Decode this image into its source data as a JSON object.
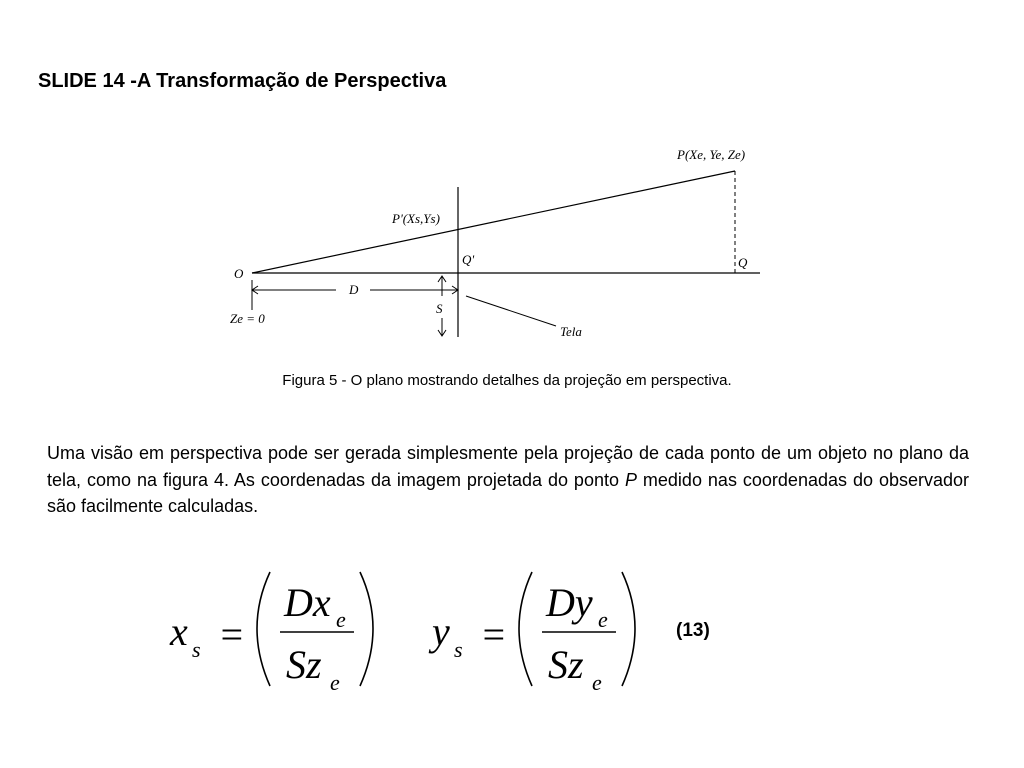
{
  "slide": {
    "title": "SLIDE 14 -A Transformação de Perspectiva"
  },
  "figure": {
    "labels": {
      "p": "P(Xe, Ye, Ze)",
      "p_prime": "P'(Xs,Ys)",
      "o": "O",
      "q_prime": "Q'",
      "q": "Q",
      "d": "D",
      "s": "S",
      "ze": "Ze = 0",
      "tela": "Tela"
    },
    "caption": "Figura 5 - O plano  mostrando detalhes da projeção em perspectiva."
  },
  "body": {
    "text_before_p": "Uma visão em perspectiva pode ser gerada simplesmente pela projeção de cada ponto de um objeto no plano da tela, como na figura 4. As coordenadas  da imagem projetada do ponto ",
    "p": "P",
    "text_after_p": " medido nas coordenadas do observador  são facilmente calculadas."
  },
  "equation": {
    "lhs1": "x",
    "lhs1_sub": "s",
    "num1": "Dx",
    "num1_sub": "e",
    "den1": "Sz",
    "den1_sub": "e",
    "lhs2": "y",
    "lhs2_sub": "s",
    "num2": "Dy",
    "num2_sub": "e",
    "den2": "Sz",
    "den2_sub": "e",
    "equals": "=",
    "number": "(13)"
  }
}
